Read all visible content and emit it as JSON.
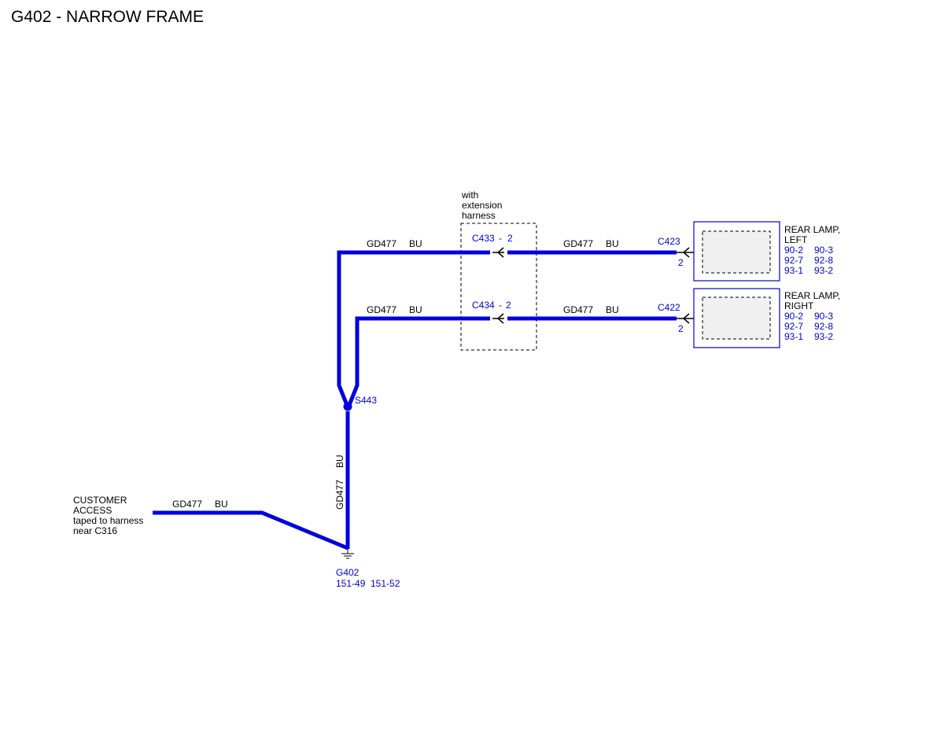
{
  "title": "G402 - NARROW FRAME",
  "colors": {
    "wire": "#0000dd",
    "ref_text": "#0000dd",
    "component_fill": "#f0f0f0"
  },
  "wires": {
    "upper_left": {
      "circuit": "GD477",
      "color": "BU"
    },
    "upper_right": {
      "circuit": "GD477",
      "color": "BU"
    },
    "lower_left": {
      "circuit": "GD477",
      "color": "BU"
    },
    "lower_right": {
      "circuit": "GD477",
      "color": "BU"
    },
    "vertical": {
      "circuit": "GD477",
      "color": "BU"
    },
    "customer": {
      "circuit": "GD477",
      "color": "BU"
    }
  },
  "extension_harness": {
    "label_lines": [
      "with",
      "extension",
      "harness"
    ],
    "upper_connector": {
      "name": "C433",
      "dash": "-",
      "pin": "2"
    },
    "lower_connector": {
      "name": "C434",
      "dash": "-",
      "pin": "2"
    }
  },
  "rear_lamp_left": {
    "label_lines": [
      "REAR LAMP,",
      "LEFT"
    ],
    "connector": "C423",
    "pin": "2",
    "refs": [
      [
        "90-2",
        "90-3"
      ],
      [
        "92-7",
        "92-8"
      ],
      [
        "93-1",
        "93-2"
      ]
    ]
  },
  "rear_lamp_right": {
    "label_lines": [
      "REAR LAMP,",
      "RIGHT"
    ],
    "connector": "C422",
    "pin": "2",
    "refs": [
      [
        "90-2",
        "90-3"
      ],
      [
        "92-7",
        "92-8"
      ],
      [
        "93-1",
        "93-2"
      ]
    ]
  },
  "splice": {
    "name": "S443"
  },
  "customer_access": {
    "label_lines": [
      "CUSTOMER",
      "ACCESS",
      "taped to harness",
      "near C316"
    ]
  },
  "ground": {
    "name": "G402",
    "refs": [
      "151-49",
      "151-52"
    ]
  }
}
